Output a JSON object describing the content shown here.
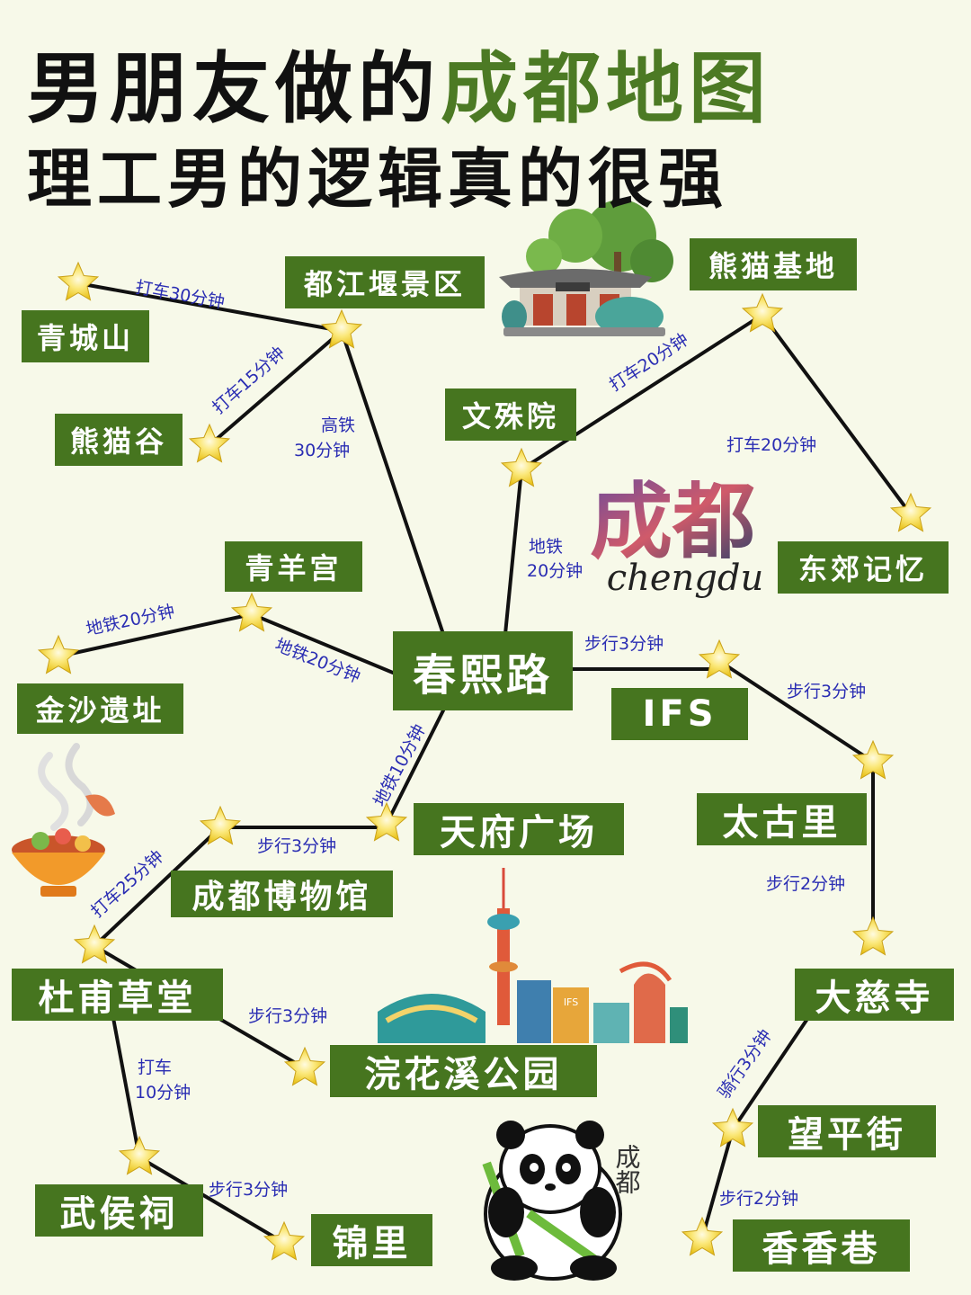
{
  "title": {
    "line1_prefix": "男朋友做的",
    "line1_accent": "成都地图",
    "line2": "理工男的逻辑真的很强"
  },
  "colors": {
    "label_bg": "#46751f",
    "accent": "#4c7a24",
    "edge_text": "#2a2db3",
    "star": "#f7d92f",
    "background": "#f7f9e9"
  },
  "places": {
    "qingchengshan": "青城山",
    "dujiangyan": "都江堰景区",
    "xiongmaogu": "熊猫谷",
    "xiongmaojidi": "熊猫基地",
    "wenshuyuan": "文殊院",
    "dongjiaojiyi": "东郊记忆",
    "qingyanggong": "青羊宫",
    "jinshayizhi": "金沙遗址",
    "chunxilu": "春熙路",
    "ifs": "IFS",
    "taikuli": "太古里",
    "tianfuguangchang": "天府广场",
    "chengdubowuguan": "成都博物馆",
    "dufucaotang": "杜甫草堂",
    "huanhuaxi": "浣花溪公园",
    "daci": "大慈寺",
    "wangpingjie": "望平街",
    "wuhouci": "武侯祠",
    "jinli": "锦里",
    "xiangxiangxiang": "香香巷"
  },
  "routes": {
    "qingcheng_dujiangyan": "打车30分钟",
    "xiongmaogu_dujiangyan": "打车15分钟",
    "dujiangyan_chunxi_1": "高铁",
    "dujiangyan_chunxi_2": "30分钟",
    "wenshu_jidi": "打车20分钟",
    "jidi_dongjiao": "打车20分钟",
    "wenshu_chunxi_1": "地铁",
    "wenshu_chunxi_2": "20分钟",
    "jinsha_qingyang": "地铁20分钟",
    "qingyang_chunxi": "地铁20分钟",
    "chunxi_ifs": "步行3分钟",
    "ifs_taikuli": "步行3分钟",
    "chunxi_tianfu": "地铁10分钟",
    "tianfu_bowuguan": "步行3分钟",
    "bowuguan_dufu": "打车25分钟",
    "taikuli_daci": "步行2分钟",
    "dufu_huanhua": "步行3分钟",
    "dufu_wuhou_1": "打车",
    "dufu_wuhou_2": "10分钟",
    "wuhou_jinli": "步行3分钟",
    "daci_wangping": "骑行3分钟",
    "wangping_xiangxiang": "步行2分钟"
  },
  "decor": {
    "logo_line1": "成都",
    "logo_line2": "chengdu",
    "panda_text": "成都",
    "tower_sign": "IFS",
    "icons": [
      "temple-illustration",
      "chengdu-logo",
      "hotpot-illustration",
      "tv-tower-skyline-illustration",
      "panda-illustration"
    ]
  }
}
